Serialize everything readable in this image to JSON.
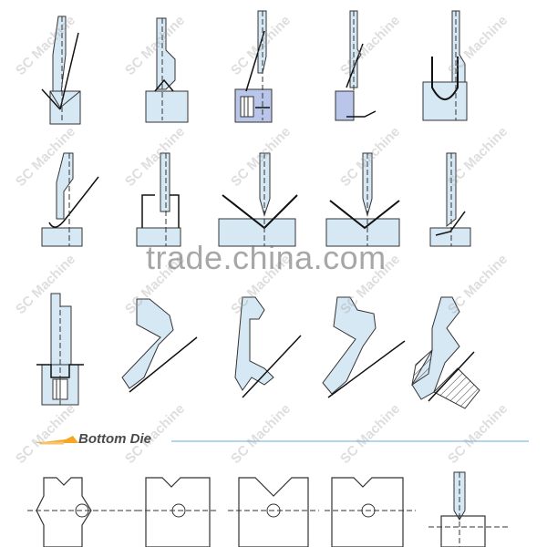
{
  "watermark": {
    "brand": "SC Machine",
    "center_text": "trade.china.com"
  },
  "bottom_die_section": {
    "title": "Bottom Die"
  },
  "colors": {
    "punch_fill": "#d6e8f4",
    "punch_stroke": "#3b3b3b",
    "die_fill": "#d6e8f4",
    "line_color": "#222222",
    "header_arrow": "#f5a623",
    "header_line": "#9cc9e6"
  }
}
